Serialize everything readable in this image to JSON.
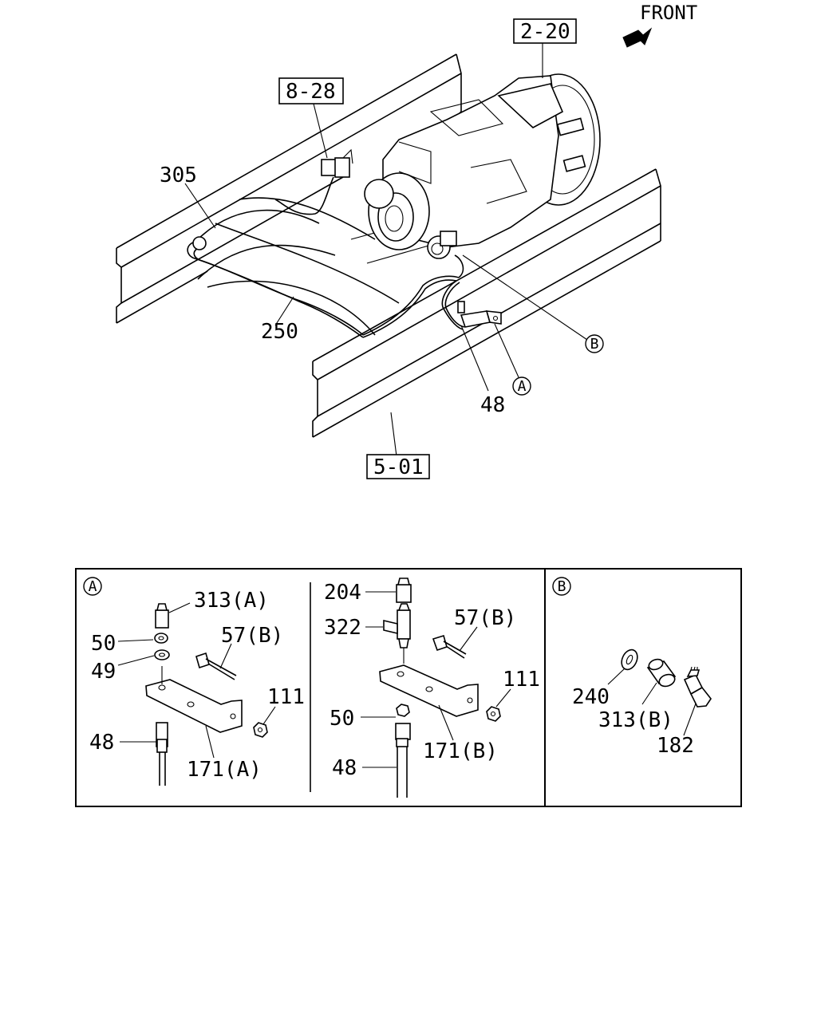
{
  "front_label": "FRONT",
  "refs": {
    "r_2_20": "2-20",
    "r_8_28": "8-28",
    "r_5_01": "5-01"
  },
  "main_labels": {
    "p305": "305",
    "p250": "250",
    "p48": "48",
    "callout_a": "A",
    "callout_b": "B"
  },
  "detail_a": {
    "marker": "A",
    "left": {
      "p313a": "313(A)",
      "p50": "50",
      "p49": "49",
      "p57b": "57(B)",
      "p111": "111",
      "p48": "48",
      "p171a": "171(A)"
    },
    "right": {
      "p204": "204",
      "p322": "322",
      "p57b": "57(B)",
      "p111": "111",
      "p50": "50",
      "p171b": "171(B)",
      "p48": "48"
    }
  },
  "detail_b": {
    "marker": "B",
    "p240": "240",
    "p313b": "313(B)",
    "p182": "182"
  },
  "icons": [
    "front-arrow-icon"
  ]
}
